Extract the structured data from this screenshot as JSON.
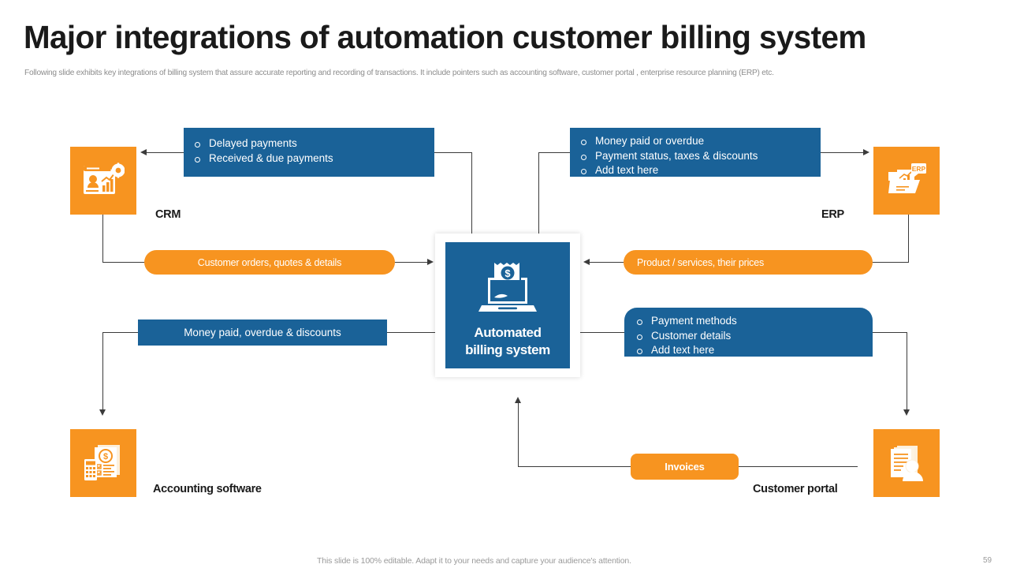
{
  "header": {
    "title": "Major integrations of automation customer billing system",
    "subtitle": "Following slide exhibits key integrations of billing system that assure accurate reporting and recording of transactions. It include pointers such as accounting software, customer portal , enterprise resource planning (ERP) etc."
  },
  "theme": {
    "blue": "#1a6298",
    "orange": "#f79420",
    "text_dark": "#1a1a1a",
    "text_muted": "#9a9a9a",
    "connector": "#3b3b3b"
  },
  "hub": {
    "line1": "Automated",
    "line2": "billing system",
    "icon": "laptop-invoice-dollar-icon"
  },
  "nodes": [
    {
      "id": "crm",
      "label": "CRM",
      "icon": "crm-dashboard-gear-icon"
    },
    {
      "id": "erp",
      "label": "ERP",
      "icon": "erp-folder-chart-icon"
    },
    {
      "id": "accounting",
      "label": "Accounting software",
      "icon": "calculator-invoice-icon"
    },
    {
      "id": "portal",
      "label": "Customer portal",
      "icon": "document-person-icon"
    }
  ],
  "boxes": {
    "crm_top": {
      "items": [
        "Delayed payments",
        "Received & due payments"
      ]
    },
    "erp_top": {
      "items": [
        "Money paid or overdue",
        "Payment status, taxes & discounts",
        "Add text here"
      ]
    },
    "portal_right": {
      "items": [
        "Payment methods",
        "Customer details",
        "Add text here"
      ]
    },
    "accounting_bar": {
      "text": "Money paid, overdue & discounts"
    }
  },
  "pills": {
    "crm_pill": "Customer orders, quotes & details",
    "erp_pill": "Product / services, their prices",
    "invoices_pill": "Invoices"
  },
  "footer": {
    "note": "This slide is 100% editable. Adapt it to your needs and capture your audience's attention.",
    "page": "59"
  }
}
